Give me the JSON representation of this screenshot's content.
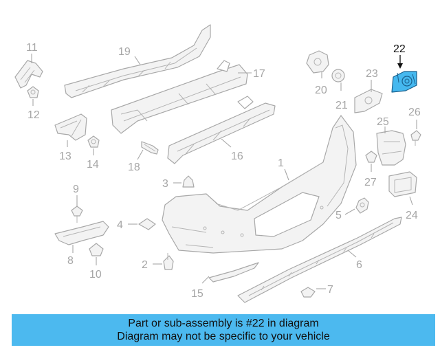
{
  "diagram": {
    "highlighted_part": "22",
    "callouts": [
      "1",
      "2",
      "3",
      "4",
      "5",
      "6",
      "7",
      "8",
      "9",
      "10",
      "11",
      "12",
      "13",
      "14",
      "15",
      "16",
      "17",
      "18",
      "19",
      "20",
      "21",
      "22",
      "23",
      "24",
      "25",
      "26",
      "27"
    ]
  },
  "banner": {
    "line1": "Part or sub-assembly is #22 in diagram",
    "line2": "Diagram may not be specific to your vehicle"
  },
  "colors": {
    "highlight_fill": "#45b8ef",
    "banner_background": "#4cb9ef",
    "line_art": "#a8a8a8"
  }
}
